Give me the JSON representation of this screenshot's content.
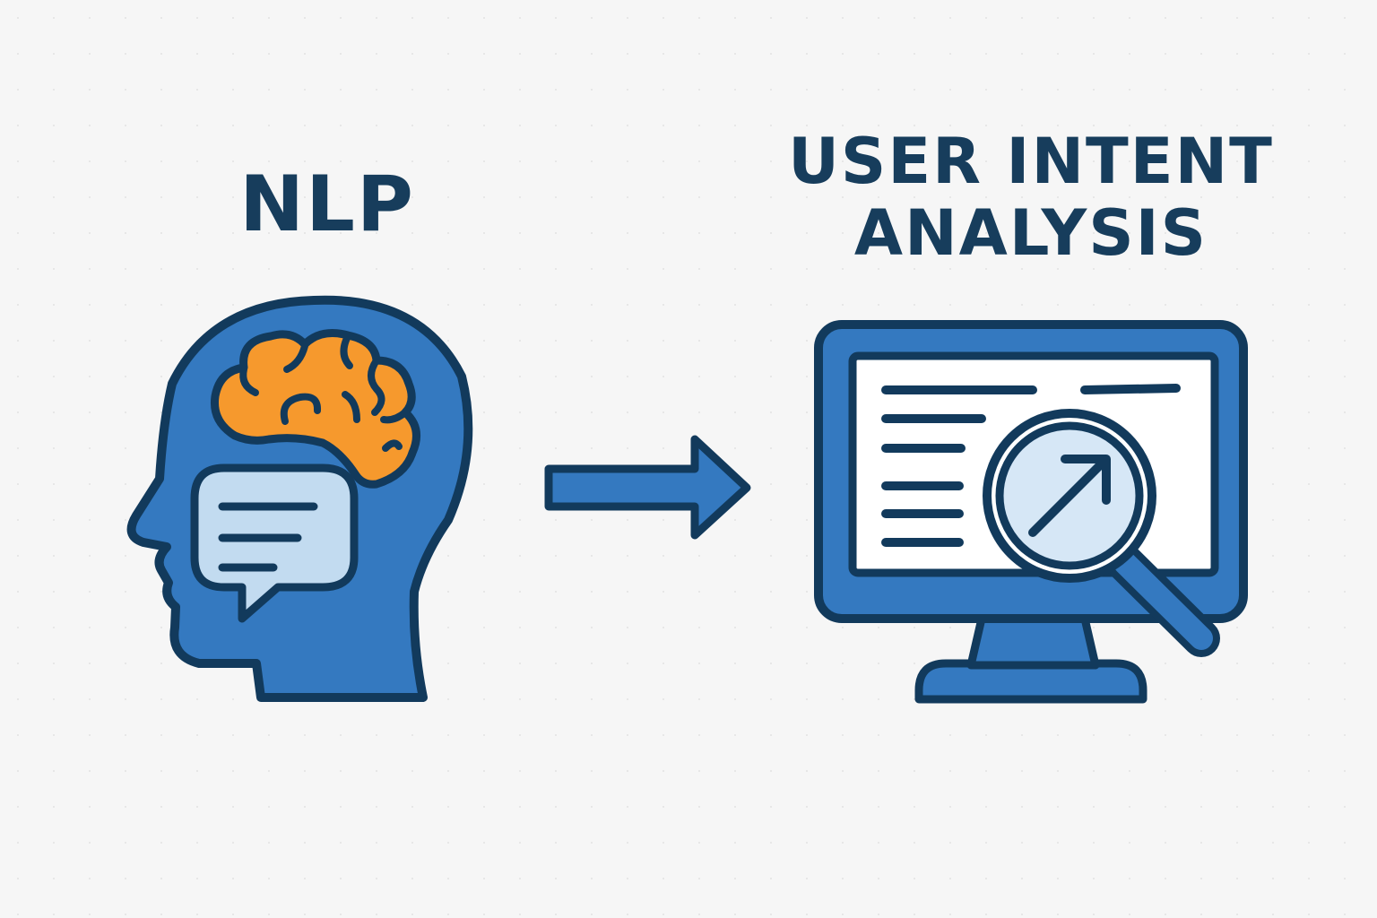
{
  "left_panel": {
    "title": "NLP",
    "icons": [
      "head-profile-icon",
      "brain-icon",
      "speech-bubble-icon"
    ]
  },
  "connector": {
    "icon": "right-arrow-icon"
  },
  "right_panel": {
    "title_lines": [
      "USER INTENT",
      "ANALYSIS"
    ],
    "icons": [
      "monitor-icon",
      "magnifying-glass-icon",
      "trend-arrow-icon"
    ]
  },
  "colors": {
    "background": "#f6f6f6",
    "outline": "#123a5c",
    "primary_blue": "#3479c0",
    "light_blue": "#c2dbf0",
    "lens_blue": "#d6e7f6",
    "screen_white": "#ffffff",
    "brain_orange": "#f6992d",
    "title_text": "#173d5c"
  }
}
